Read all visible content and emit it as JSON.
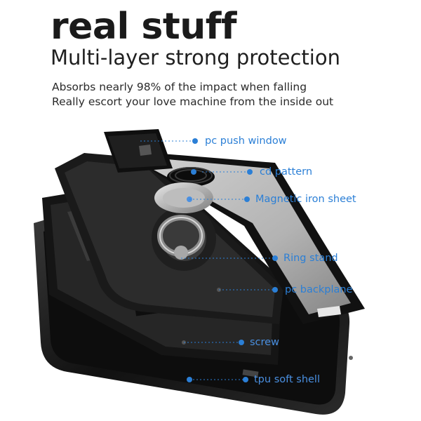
{
  "headline": "real stuff",
  "subheadline": "Multi-layer strong protection",
  "description": [
    "Absorbs nearly 98% of the impact when falling",
    "Really escort your love machine from the inside out"
  ],
  "callouts": [
    "pc push window",
    "cd pattern",
    "Magnetic iron sheet",
    "Ring stand",
    "pc backplane",
    "screw",
    "tpu soft shell"
  ],
  "accent_color": "#2b7fd6"
}
